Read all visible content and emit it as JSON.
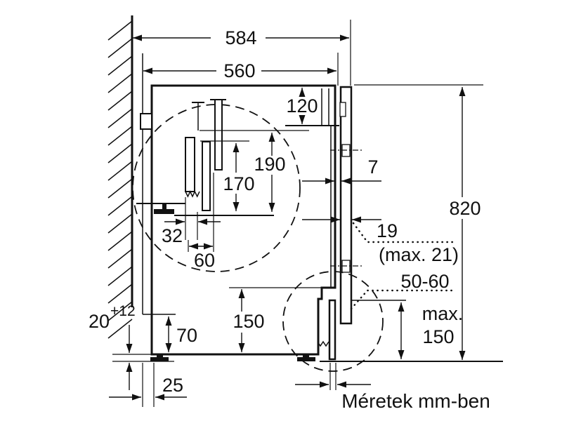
{
  "diagram": {
    "caption": "Méretek mm-ben",
    "dims": {
      "d584": "584",
      "d560": "560",
      "d120": "120",
      "d190": "190",
      "d170": "170",
      "d32": "32",
      "d60": "60",
      "d7": "7",
      "d820": "820",
      "d19": "19",
      "d19max": "(max. 21)",
      "d5060": "50-60",
      "dmax_label": "max.",
      "dmax_value": "150",
      "d150": "150",
      "d70": "70",
      "d20": "20",
      "d20sup": "+12",
      "d25": "25"
    }
  }
}
